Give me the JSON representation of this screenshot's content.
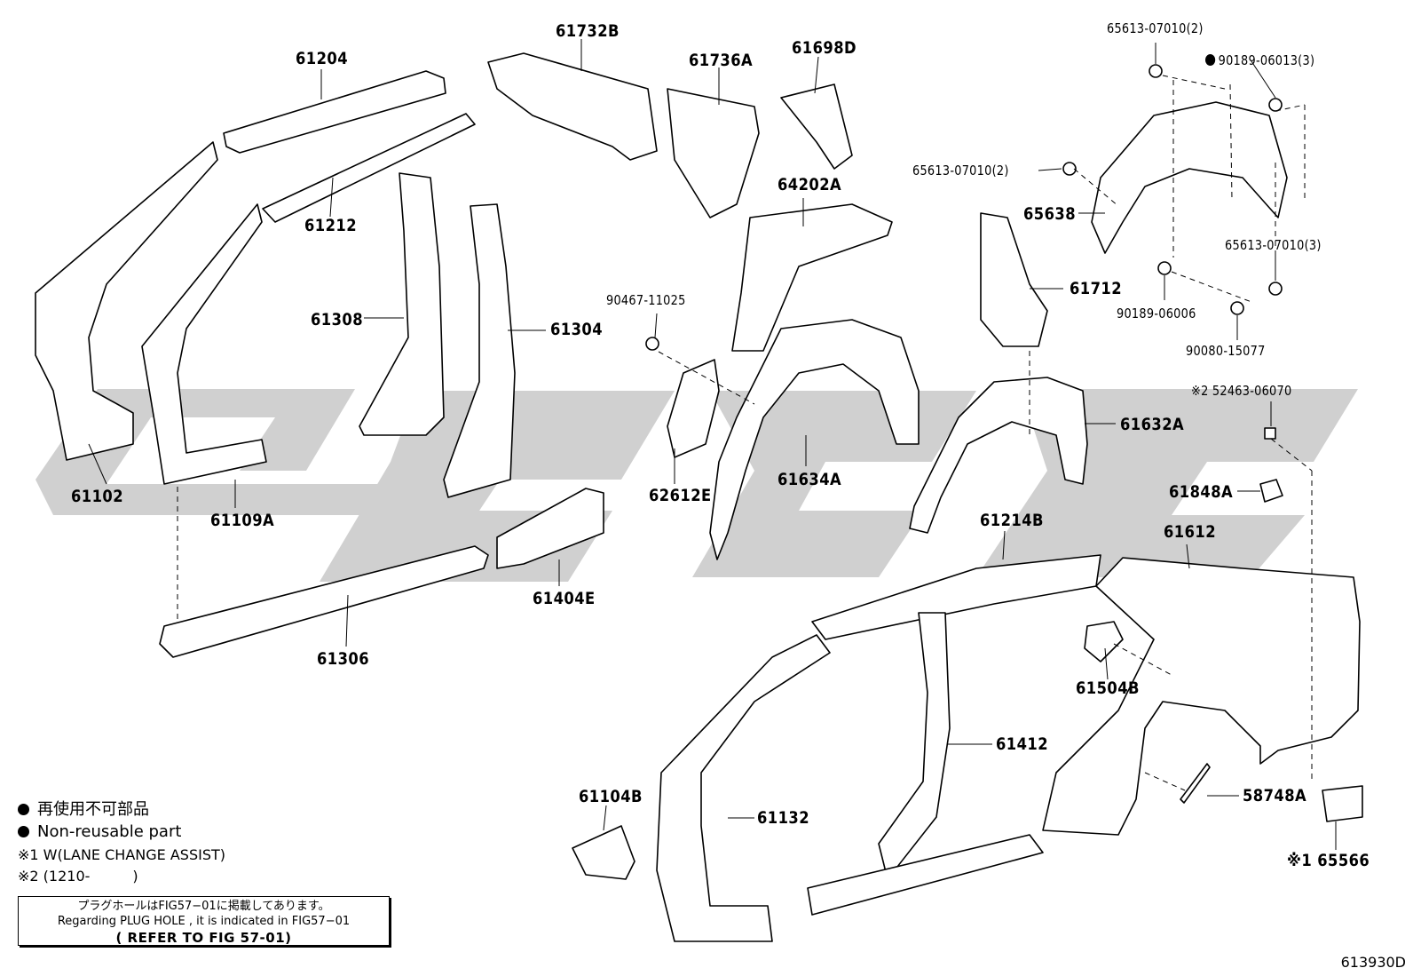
{
  "watermark_color": "#c8c8c8",
  "parts": [
    {
      "id": "p61204",
      "text": "61204"
    },
    {
      "id": "p61732B",
      "text": "61732B"
    },
    {
      "id": "p61736A",
      "text": "61736A"
    },
    {
      "id": "p61698D",
      "text": "61698D"
    },
    {
      "id": "p61212",
      "text": "61212"
    },
    {
      "id": "p61308",
      "text": "61308"
    },
    {
      "id": "p61304",
      "text": "61304"
    },
    {
      "id": "p61102",
      "text": "61102"
    },
    {
      "id": "p61109A",
      "text": "61109A"
    },
    {
      "id": "p64202A",
      "text": "64202A"
    },
    {
      "id": "p90467",
      "text": "90467-11025"
    },
    {
      "id": "p62612E",
      "text": "62612E"
    },
    {
      "id": "p61634A",
      "text": "61634A"
    },
    {
      "id": "p61404E",
      "text": "61404E"
    },
    {
      "id": "p61306",
      "text": "61306"
    },
    {
      "id": "p65613a",
      "text": "65613-07010(2)"
    },
    {
      "id": "p90189a",
      "text": "90189-06013(3)"
    },
    {
      "id": "p65613b",
      "text": "65613-07010(2)"
    },
    {
      "id": "p65638",
      "text": "65638"
    },
    {
      "id": "p65613c",
      "text": "65613-07010(3)"
    },
    {
      "id": "p61712",
      "text": "61712"
    },
    {
      "id": "p90189b",
      "text": "90189-06006"
    },
    {
      "id": "p90080",
      "text": "90080-15077"
    },
    {
      "id": "p52463",
      "text": "※2 52463-06070"
    },
    {
      "id": "p61632A",
      "text": "61632A"
    },
    {
      "id": "p61848A",
      "text": "61848A"
    },
    {
      "id": "p61214B",
      "text": "61214B"
    },
    {
      "id": "p61612",
      "text": "61612"
    },
    {
      "id": "p61504B",
      "text": "61504B"
    },
    {
      "id": "p61412",
      "text": "61412"
    },
    {
      "id": "p61104B",
      "text": "61104B"
    },
    {
      "id": "p61132",
      "text": "61132"
    },
    {
      "id": "p58748A",
      "text": "58748A"
    },
    {
      "id": "p65566",
      "text": "※1 65566"
    }
  ],
  "legend": {
    "non_reusable_jp": "再使用不可部品",
    "non_reusable_en": "Non-reusable part",
    "note1": "※1 W(LANE CHANGE ASSIST)",
    "note2": "※2 (1210-　　　)"
  },
  "note_box": {
    "line1": "プラグホールはFIG57−01に掲載してあります。",
    "line2": "Regarding PLUG HOLE , it is indicated in FIG57−01",
    "line3": "( REFER TO FIG 57-01)"
  },
  "figure_number": "613930D"
}
